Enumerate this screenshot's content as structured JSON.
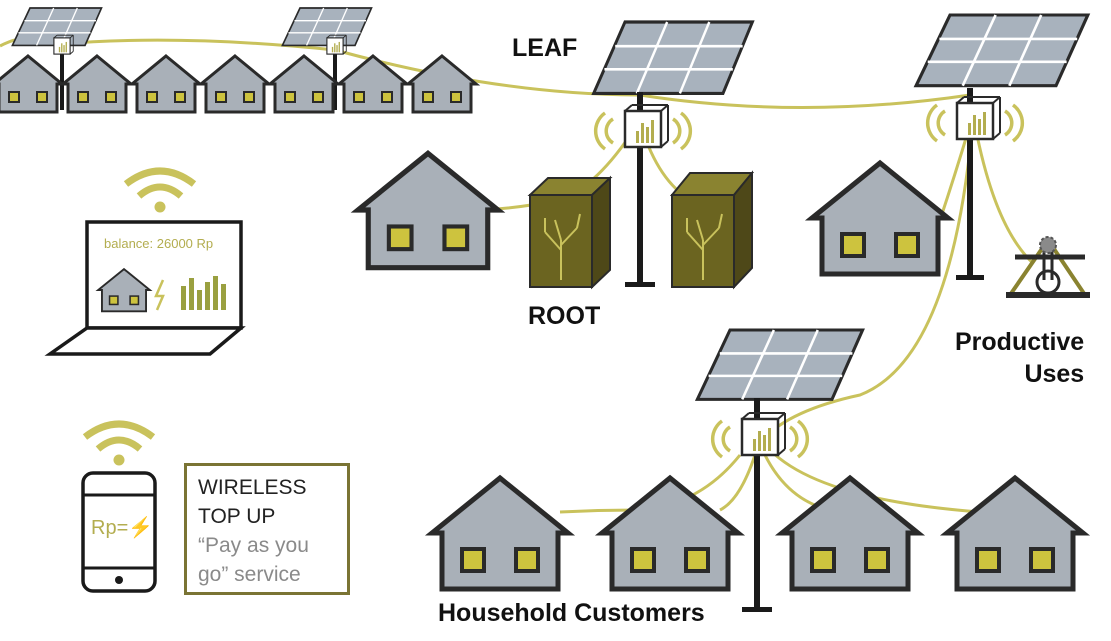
{
  "labels": {
    "leaf": "LEAF",
    "root": "ROOT",
    "productive_line1": "Productive",
    "productive_line2": "Uses",
    "household": "Household Customers"
  },
  "laptop": {
    "balance": "balance: 26000 Rp"
  },
  "phone": {
    "text": "Rp=⚡"
  },
  "topup": {
    "line1": "WIRELESS",
    "line2": "TOP UP",
    "line3": "“Pay as you",
    "line4": "go” service"
  },
  "colors": {
    "wire": "#c9c25c",
    "house_fill": "#a9b0b8",
    "house_stroke": "#2a2a2a",
    "window": "#cdc33e",
    "panel": "#a8b2bd",
    "accent": "#b3ad4f",
    "root_box": "#6b6420"
  }
}
